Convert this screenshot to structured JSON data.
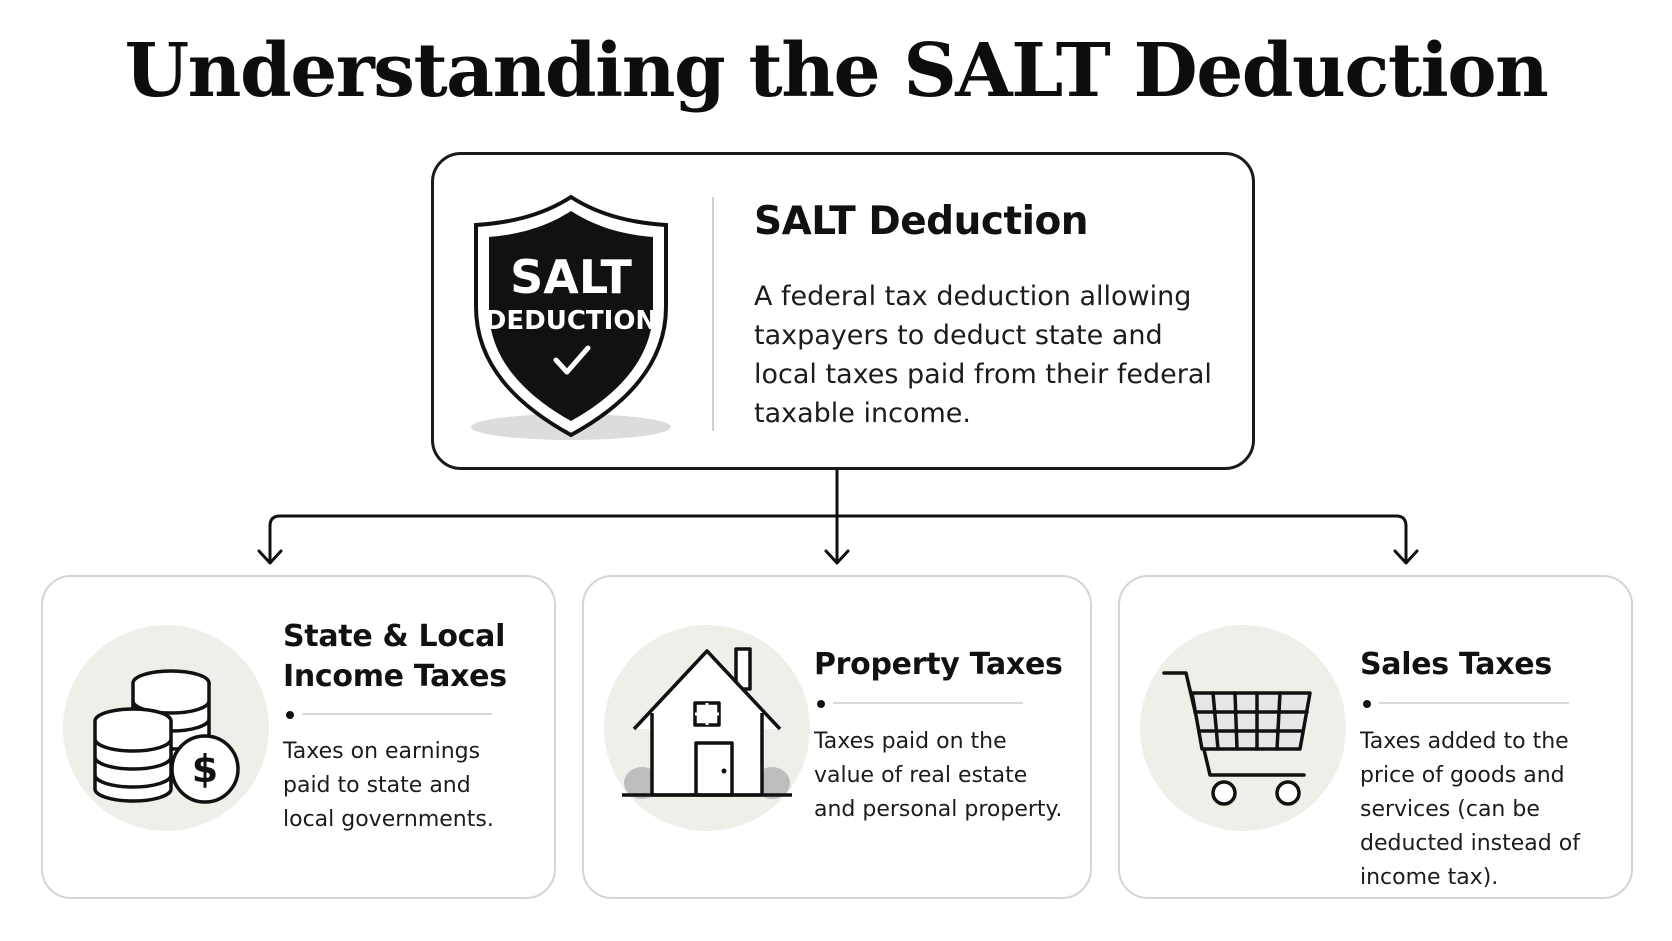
{
  "title": "Understanding the SALT Deduction",
  "main": {
    "badge": {
      "line1": "SALT",
      "line2": "DEDUCTION",
      "icon": "shield-check-icon"
    },
    "heading": "SALT Deduction",
    "description": "A federal tax deduction allowing taxpayers to deduct state and local taxes paid from their federal taxable income."
  },
  "categories": [
    {
      "title": "State & Local Income Taxes",
      "icon": "coins-dollar-icon",
      "description": "Taxes on earnings paid to state and local governments."
    },
    {
      "title": "Property Taxes",
      "icon": "house-icon",
      "description": "Taxes paid on the value of real estate and personal property."
    },
    {
      "title": "Sales Taxes",
      "icon": "shopping-cart-icon",
      "description": "Taxes added to the price of goods and services (can be deducted instead of income tax)."
    }
  ],
  "colors": {
    "ink": "#111111",
    "icon_bg": "#f0eee9",
    "card_border": "#d4d4d4",
    "accent_border": "#1a1a1a"
  }
}
